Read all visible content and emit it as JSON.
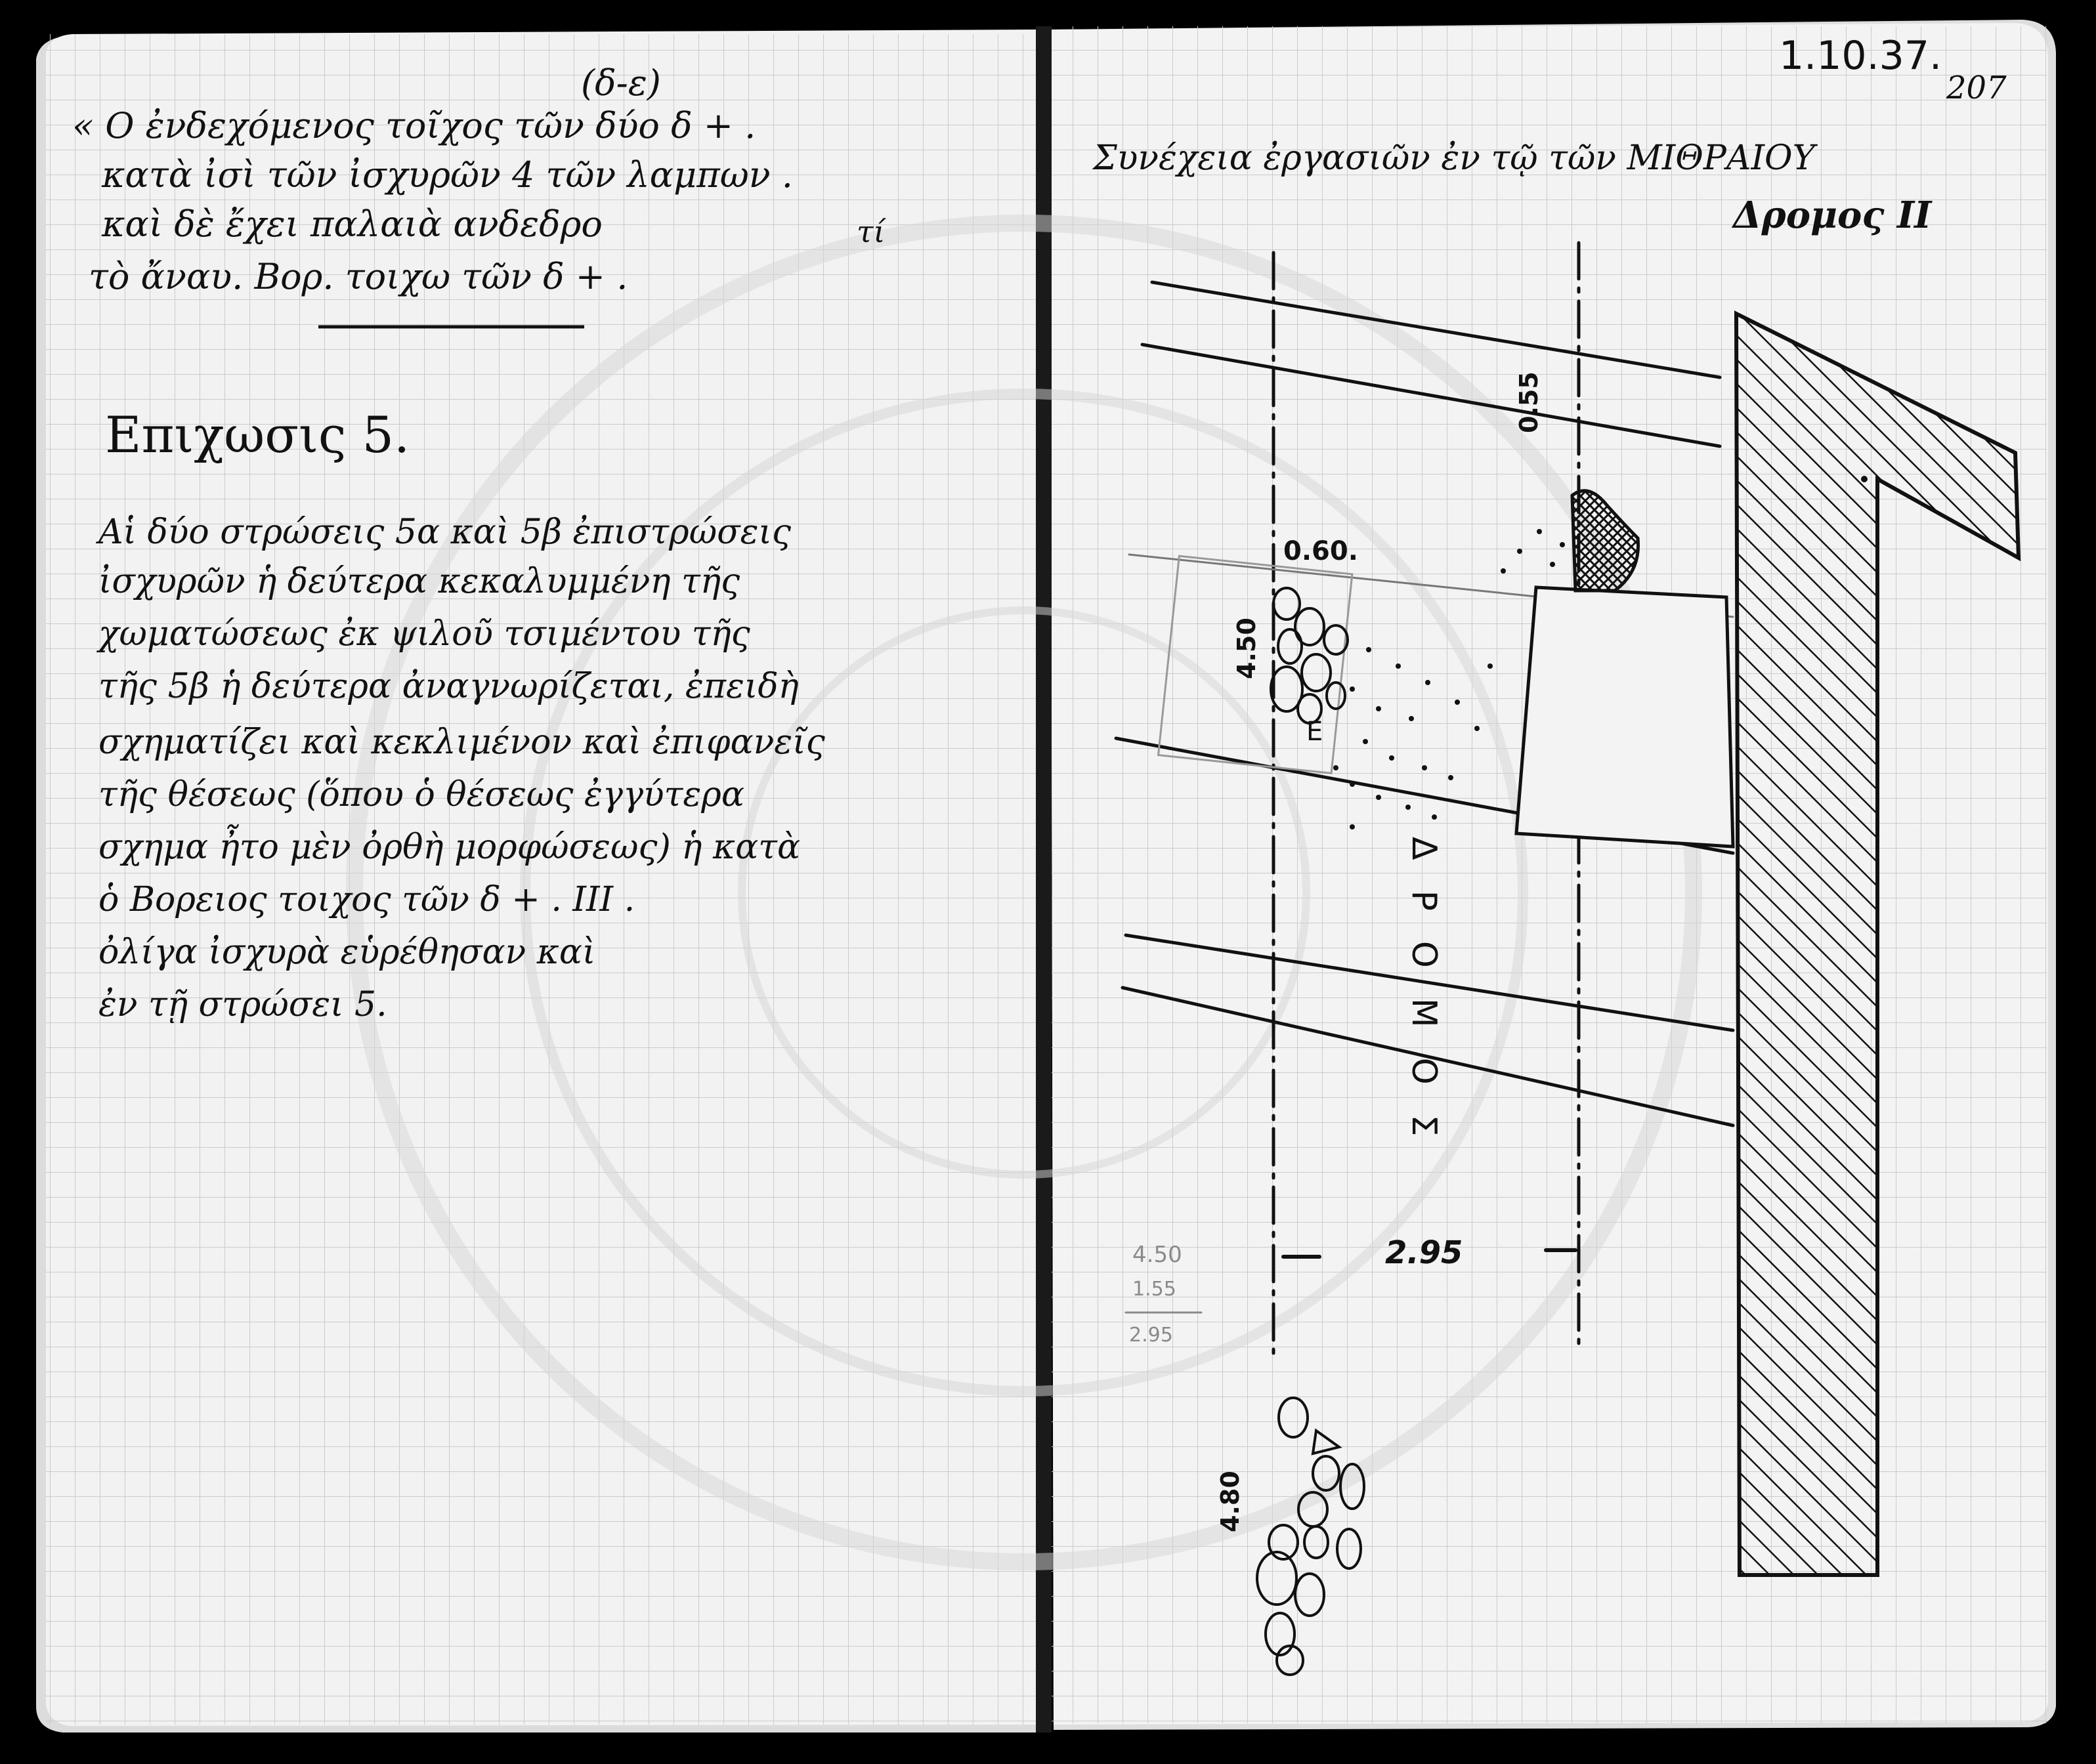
{
  "left_page": {
    "note_lines": [
      "« Ο ἐνδεχόμενος τοῖχος τῶν δύο δ + .",
      "κατὰ ἰσὶ τῶν ἰσχυρῶν 4 τῶν λαμπων .",
      "καὶ δὲ ἔχει παλαιὰ ανδεδρο",
      "τὸ ἄναυ. Βορ. τοιχω τῶν δ + ."
    ],
    "note_superscript": "(δ-ε)",
    "note_marginal": "τί",
    "heading": "Επιχωσις 5.",
    "body_lines": [
      "Αἱ δύο στρώσεις 5α καὶ 5β ἐπιστρώσεις",
      "ἰσχυρῶν ἡ δεύτερα κεκαλυμμένη τῆς",
      "χωματώσεως ἐκ ψιλοῦ τσιμέντου τῆς",
      "τῆς 5β ἡ δεύτερα ἀναγνωρίζεται, ἐπειδὴ",
      "σχηματίζει καὶ κεκλιμένον καὶ ἐπιφανεῖς",
      "τῆς θέσεως (ὅπου ὁ θέσεως ἐγγύτερα",
      "σχημα ἦτο μὲν ὀρθὴ μορφώσεως) ἡ κατὰ",
      "ὁ Βορειος τοιχος τῶν δ + . III .",
      "ὀλίγα ἰσχυρὰ εὑρέθησαν καὶ",
      "ἐν τῇ στρώσει 5."
    ]
  },
  "right_page": {
    "date": "1.10.37.",
    "page_number": "207",
    "title": "Συνέχεια ἐργασιῶν ἐν τῷ τῶν ΜΙΘΡΑΙΟΥ",
    "subtitle": "Δρομος II",
    "sketch_labels": {
      "dim_055": "0.55",
      "dim_060": "0.60.",
      "dim_450": "4.50",
      "letter_e": "E",
      "road_text": "ΔΡΟΜΟΣ",
      "dim_295": "2.95",
      "dim_480": "4.80"
    },
    "pencil_sum": [
      "4.50",
      "1.55",
      "2.95"
    ]
  },
  "colors": {
    "paper": "#f2f2f2",
    "grid": "#c9c9c9",
    "ink": "#111111",
    "pencil": "#8a8a8a",
    "stamp": "#dcdcdc"
  }
}
